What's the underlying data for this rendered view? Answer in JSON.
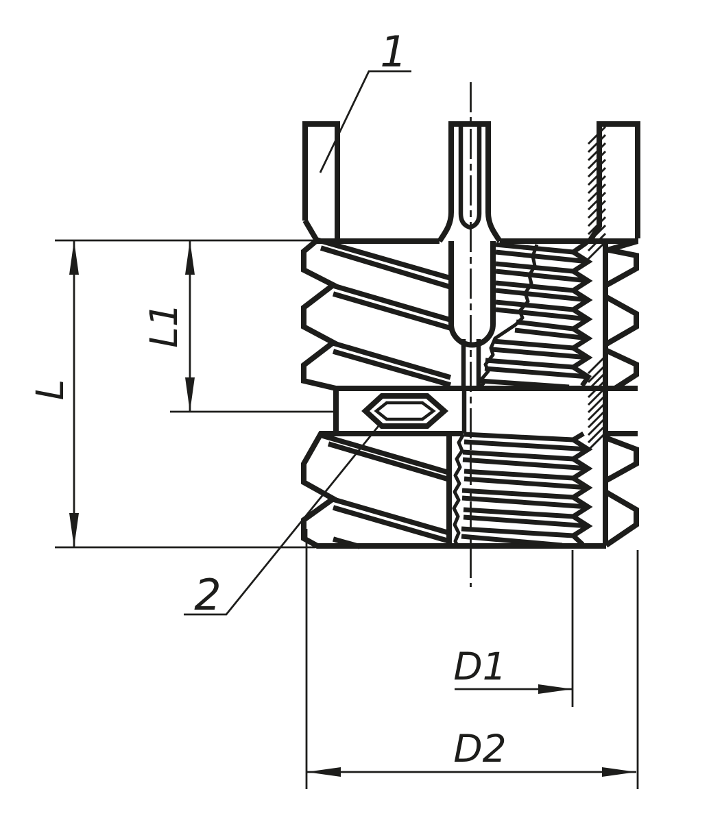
{
  "drawing": {
    "type": "technical-sectional-drawing",
    "subject": "threaded-insert-with-locking-keys",
    "colors": {
      "background": "#ffffff",
      "ink": "#1d1d1b"
    },
    "labels": {
      "length_overall": "L",
      "length_to_key": "L1",
      "diameter_core": "D1",
      "diameter_outer": "D2",
      "callout_insert": "1",
      "callout_key": "2"
    }
  }
}
